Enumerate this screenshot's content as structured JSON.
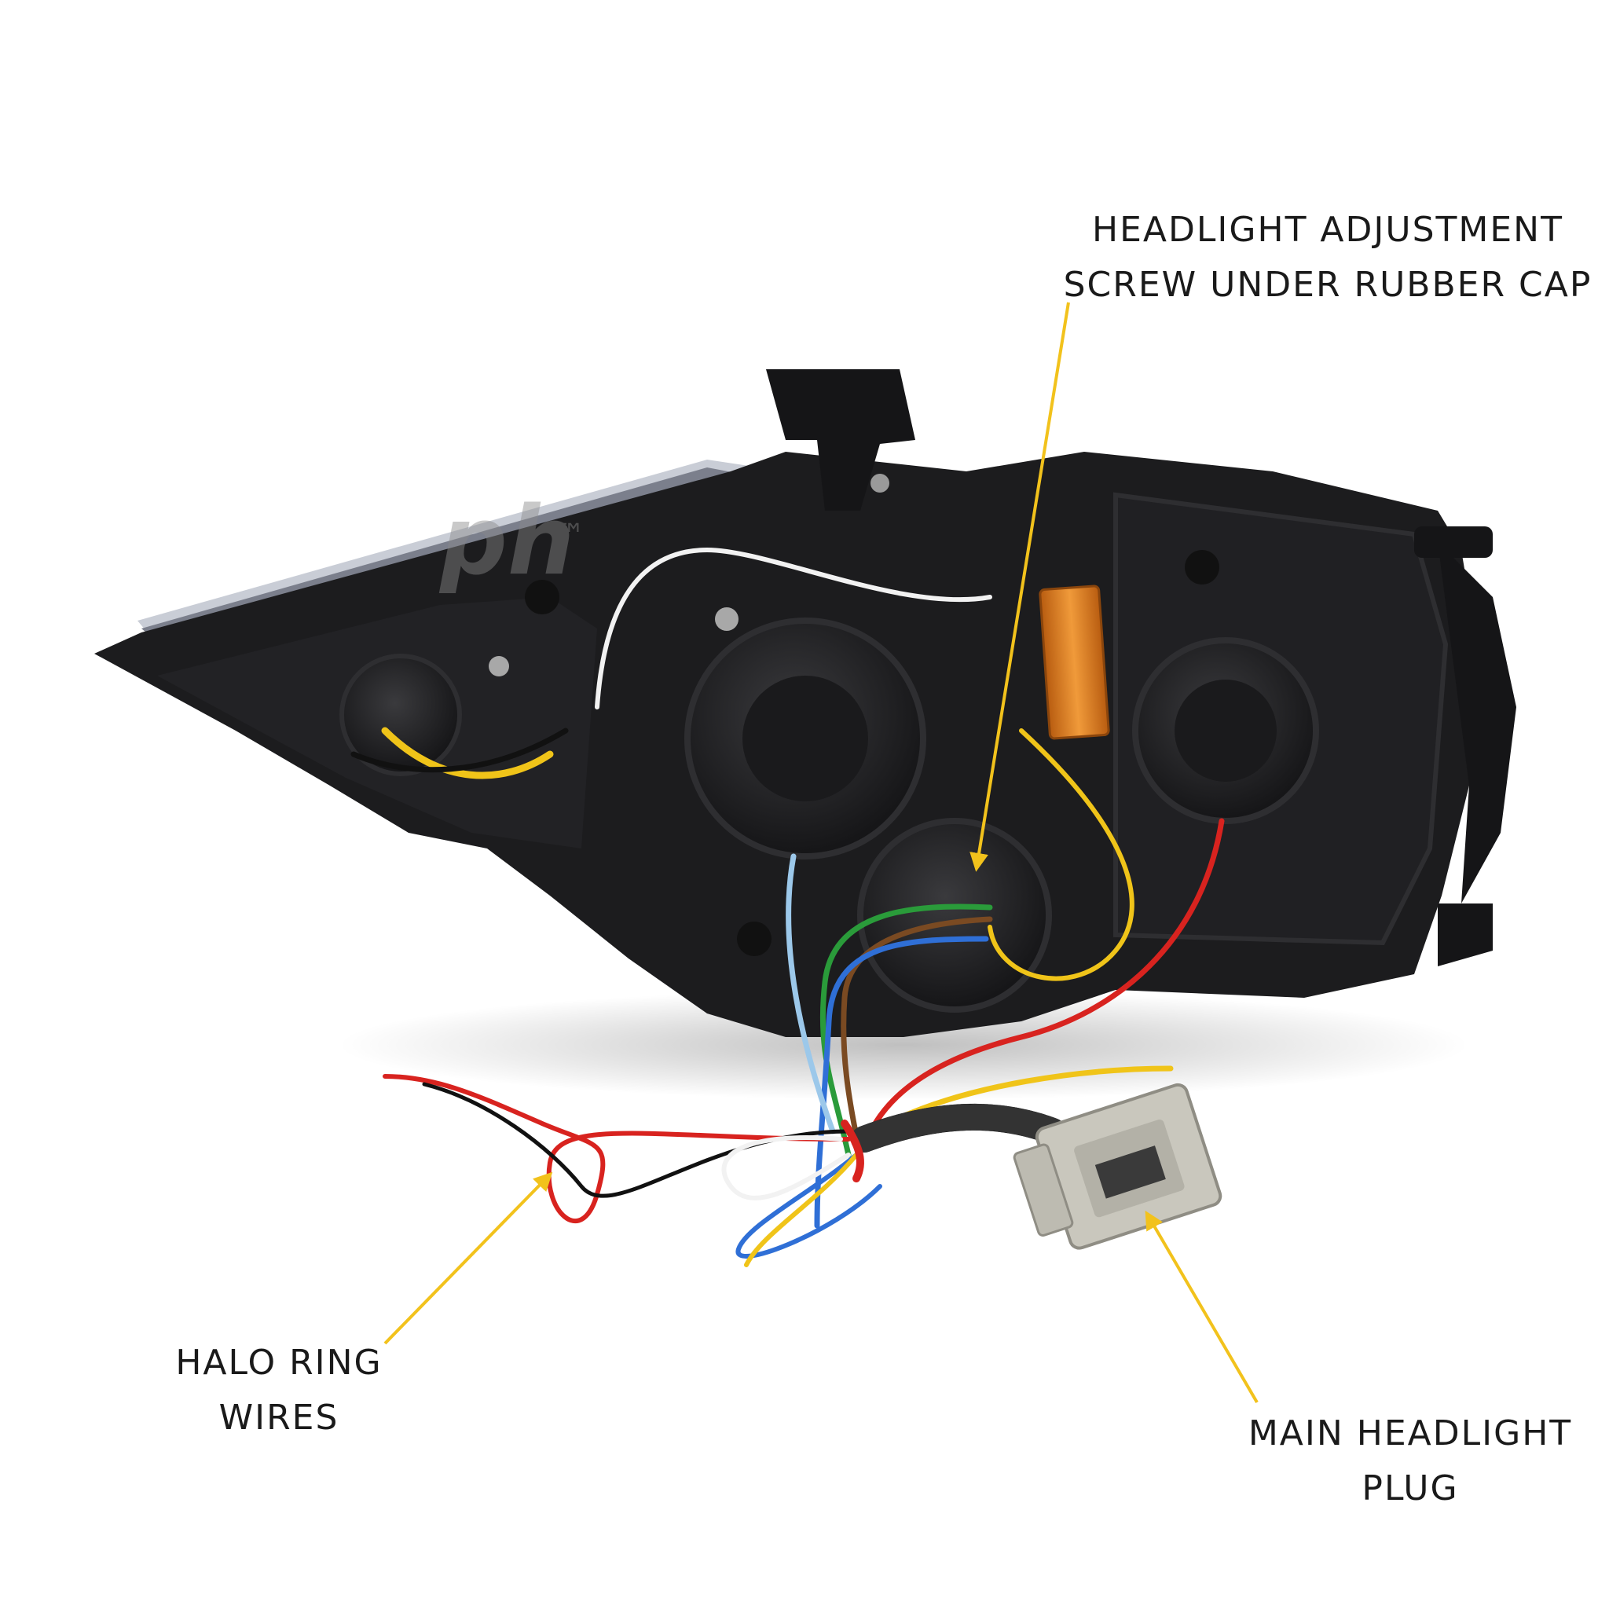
{
  "watermark": {
    "logo_text": "ph",
    "trademark": "™"
  },
  "callouts": [
    {
      "id": "adjust",
      "lines": [
        "HEADLIGHT ADJUSTMENT",
        "SCREW UNDER RUBBER CAP"
      ]
    },
    {
      "id": "halo",
      "lines": [
        "HALO RING",
        "WIRES"
      ]
    },
    {
      "id": "plug",
      "lines": [
        "MAIN HEADLIGHT",
        "PLUG"
      ]
    }
  ],
  "colors": {
    "arrow": "#f2c21c",
    "housing": "#1c1c1e",
    "housing_edge": "#2e2e31",
    "plug": "#c9c7bd",
    "resistor": "#e07a1c",
    "wire_red": "#d8231f",
    "wire_yellow": "#f0c419",
    "wire_blue": "#2f6fd6",
    "wire_green": "#2a9b3a",
    "wire_white": "#f2f2f2",
    "wire_black": "#111111",
    "wire_brown": "#7a4a22",
    "wire_lightblue": "#9cc8ea"
  }
}
